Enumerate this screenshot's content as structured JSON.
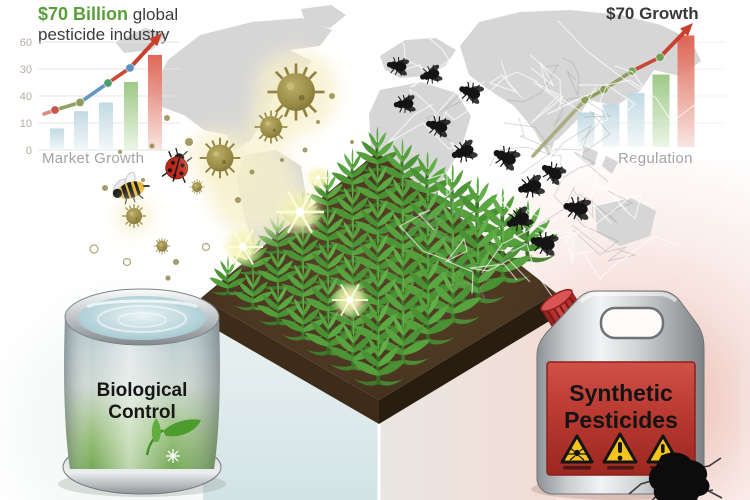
{
  "infographic": {
    "left_stat": {
      "highlight": "$70 Billion",
      "suffix": " global",
      "line2": "pesticide industry"
    },
    "right_stat": {
      "title": "$70 Growth"
    }
  },
  "chart_data": [
    {
      "type": "bar+line",
      "name": "market-growth",
      "title": "",
      "xlabel": "Market Growth",
      "y_tick_labels": [
        "60",
        "30",
        "40",
        "10",
        "0"
      ],
      "bar_heights_pct": [
        20,
        36,
        44,
        63,
        88
      ],
      "bar_colors": [
        "blue",
        "blue",
        "blue",
        "green",
        "red"
      ],
      "line_heights_pct": [
        37,
        44,
        62,
        76
      ],
      "arrow_end_pct": 97,
      "trend": "rising",
      "grid": "on",
      "legend": "none"
    },
    {
      "type": "bar+line",
      "name": "regulation",
      "title": "",
      "xlabel": "Regulation",
      "y_tick_labels": [],
      "bar_heights_pct": [
        30,
        37,
        47,
        63,
        97
      ],
      "bar_colors": [
        "blue",
        "blue",
        "blue",
        "green",
        "red"
      ],
      "line_heights_pct": [
        41,
        50,
        66,
        78
      ],
      "arrow_end_pct": 98,
      "trend": "rising",
      "grid": "faint",
      "legend": "none"
    }
  ],
  "products": {
    "biological_control": {
      "line1": "Biological",
      "line2": "Control"
    },
    "synthetic_pesticides": {
      "line1": "Synthetic",
      "line2": "Pesticides"
    }
  },
  "colors": {
    "green_accent": "#5a9e3c",
    "dark_text": "#3a3a3a",
    "tick_text": "#b3ac9f",
    "label_gray": "#a3a3a3",
    "bar_blue": "#bdd7e1",
    "bar_green": "#95c47c",
    "bar_red": "#dd5a48",
    "arrow_red": "#c8402e",
    "line_olive": "#8c9b57",
    "line_blue": "#5b92bf",
    "line_salmon": "#d4877c",
    "map_gray": "#d6d6d6",
    "soil_brown": "#4a3622",
    "plant_green": "#57a33c",
    "pesticide_label_red": "#b0322a",
    "warning_yellow": "#f5c51d",
    "pedestal_left": "#dce9ea",
    "pedestal_right": "#f0ddd7"
  },
  "icons": {
    "bee": "bee-icon",
    "ladybug": "ladybug-icon",
    "fly": "fly-icon",
    "virus_orb": "virus-orb-icon",
    "sparkle": "sparkle-icon",
    "leaf_sprig": "leaf-sprig-icon",
    "snowflake": "snowflake-icon",
    "warning_bug": "warning-bug-triangle-icon",
    "warning_exclamation": "warning-exclamation-triangle-icon",
    "warning_spray": "warning-spray-triangle-icon",
    "world_map": "world-map-silhouette",
    "crack_splash": "crack-splash-icon"
  }
}
